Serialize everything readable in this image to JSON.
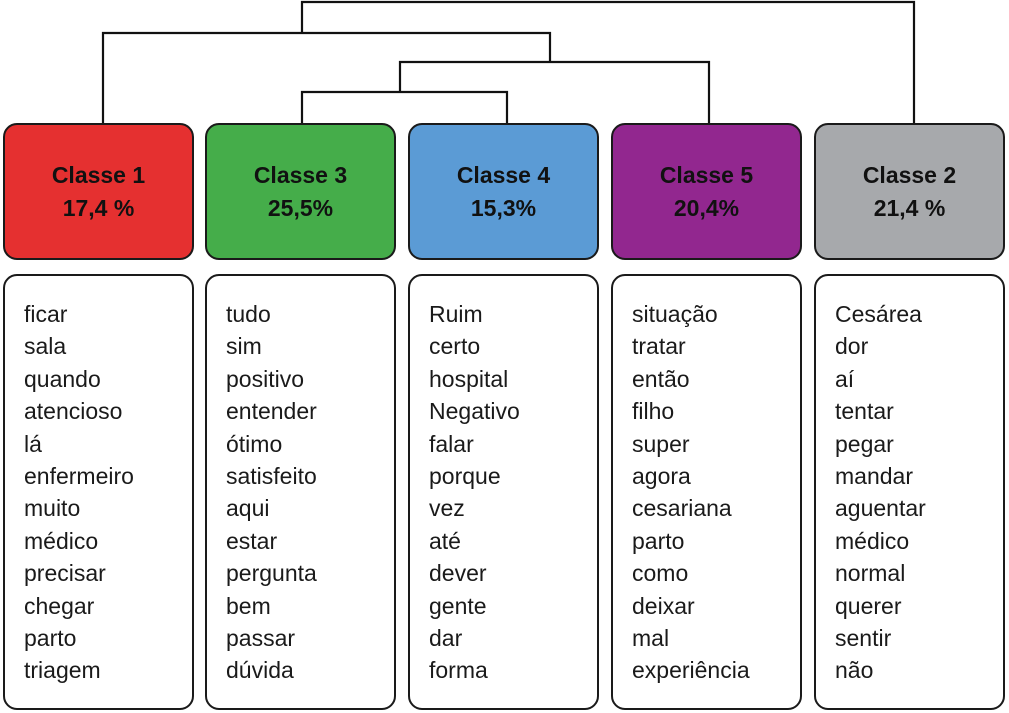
{
  "columns": [
    {
      "title": "Classe 1",
      "percent": "17,4 %",
      "color": "#e53030",
      "words": [
        "ficar",
        "sala",
        "quando",
        "atencioso",
        "lá",
        "enfermeiro",
        "muito",
        "médico",
        "precisar",
        "chegar",
        "parto",
        "triagem"
      ]
    },
    {
      "title": "Classe 3",
      "percent": "25,5%",
      "color": "#45ad4a",
      "words": [
        "tudo",
        "sim",
        "positivo",
        "entender",
        "ótimo",
        "satisfeito",
        "aqui",
        "estar",
        "pergunta",
        "bem",
        "passar",
        "dúvida"
      ]
    },
    {
      "title": "Classe 4",
      "percent": "15,3%",
      "color": "#5b9bd5",
      "words": [
        "Ruim",
        "certo",
        "hospital",
        "Negativo",
        "falar",
        "porque",
        "vez",
        "até",
        "dever",
        "gente",
        "dar",
        "forma"
      ]
    },
    {
      "title": "Classe 5",
      "percent": "20,4%",
      "color": "#92278f",
      "words": [
        "situação",
        "tratar",
        "então",
        "filho",
        "super",
        "agora",
        "cesariana",
        "parto",
        "como",
        "deixar",
        "mal",
        "experiência"
      ]
    },
    {
      "title": "Classe 2",
      "percent": "21,4 %",
      "color": "#a7a9ac",
      "words": [
        "Cesárea",
        "dor",
        "aí",
        "tentar",
        "pegar",
        "mandar",
        "aguentar",
        "médico",
        "normal",
        "querer",
        "sentir",
        "não"
      ]
    }
  ]
}
